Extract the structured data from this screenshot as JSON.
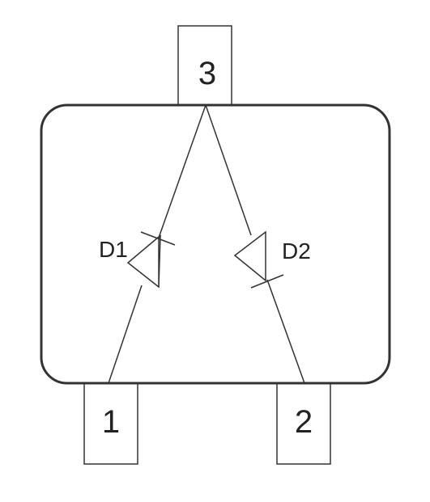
{
  "pins": [
    {
      "number": "3"
    },
    {
      "number": "1"
    },
    {
      "number": "2"
    }
  ],
  "diodes": [
    {
      "label": "D1"
    },
    {
      "label": "D2"
    }
  ],
  "colors": {
    "stroke": "#333333",
    "background": "#ffffff"
  }
}
